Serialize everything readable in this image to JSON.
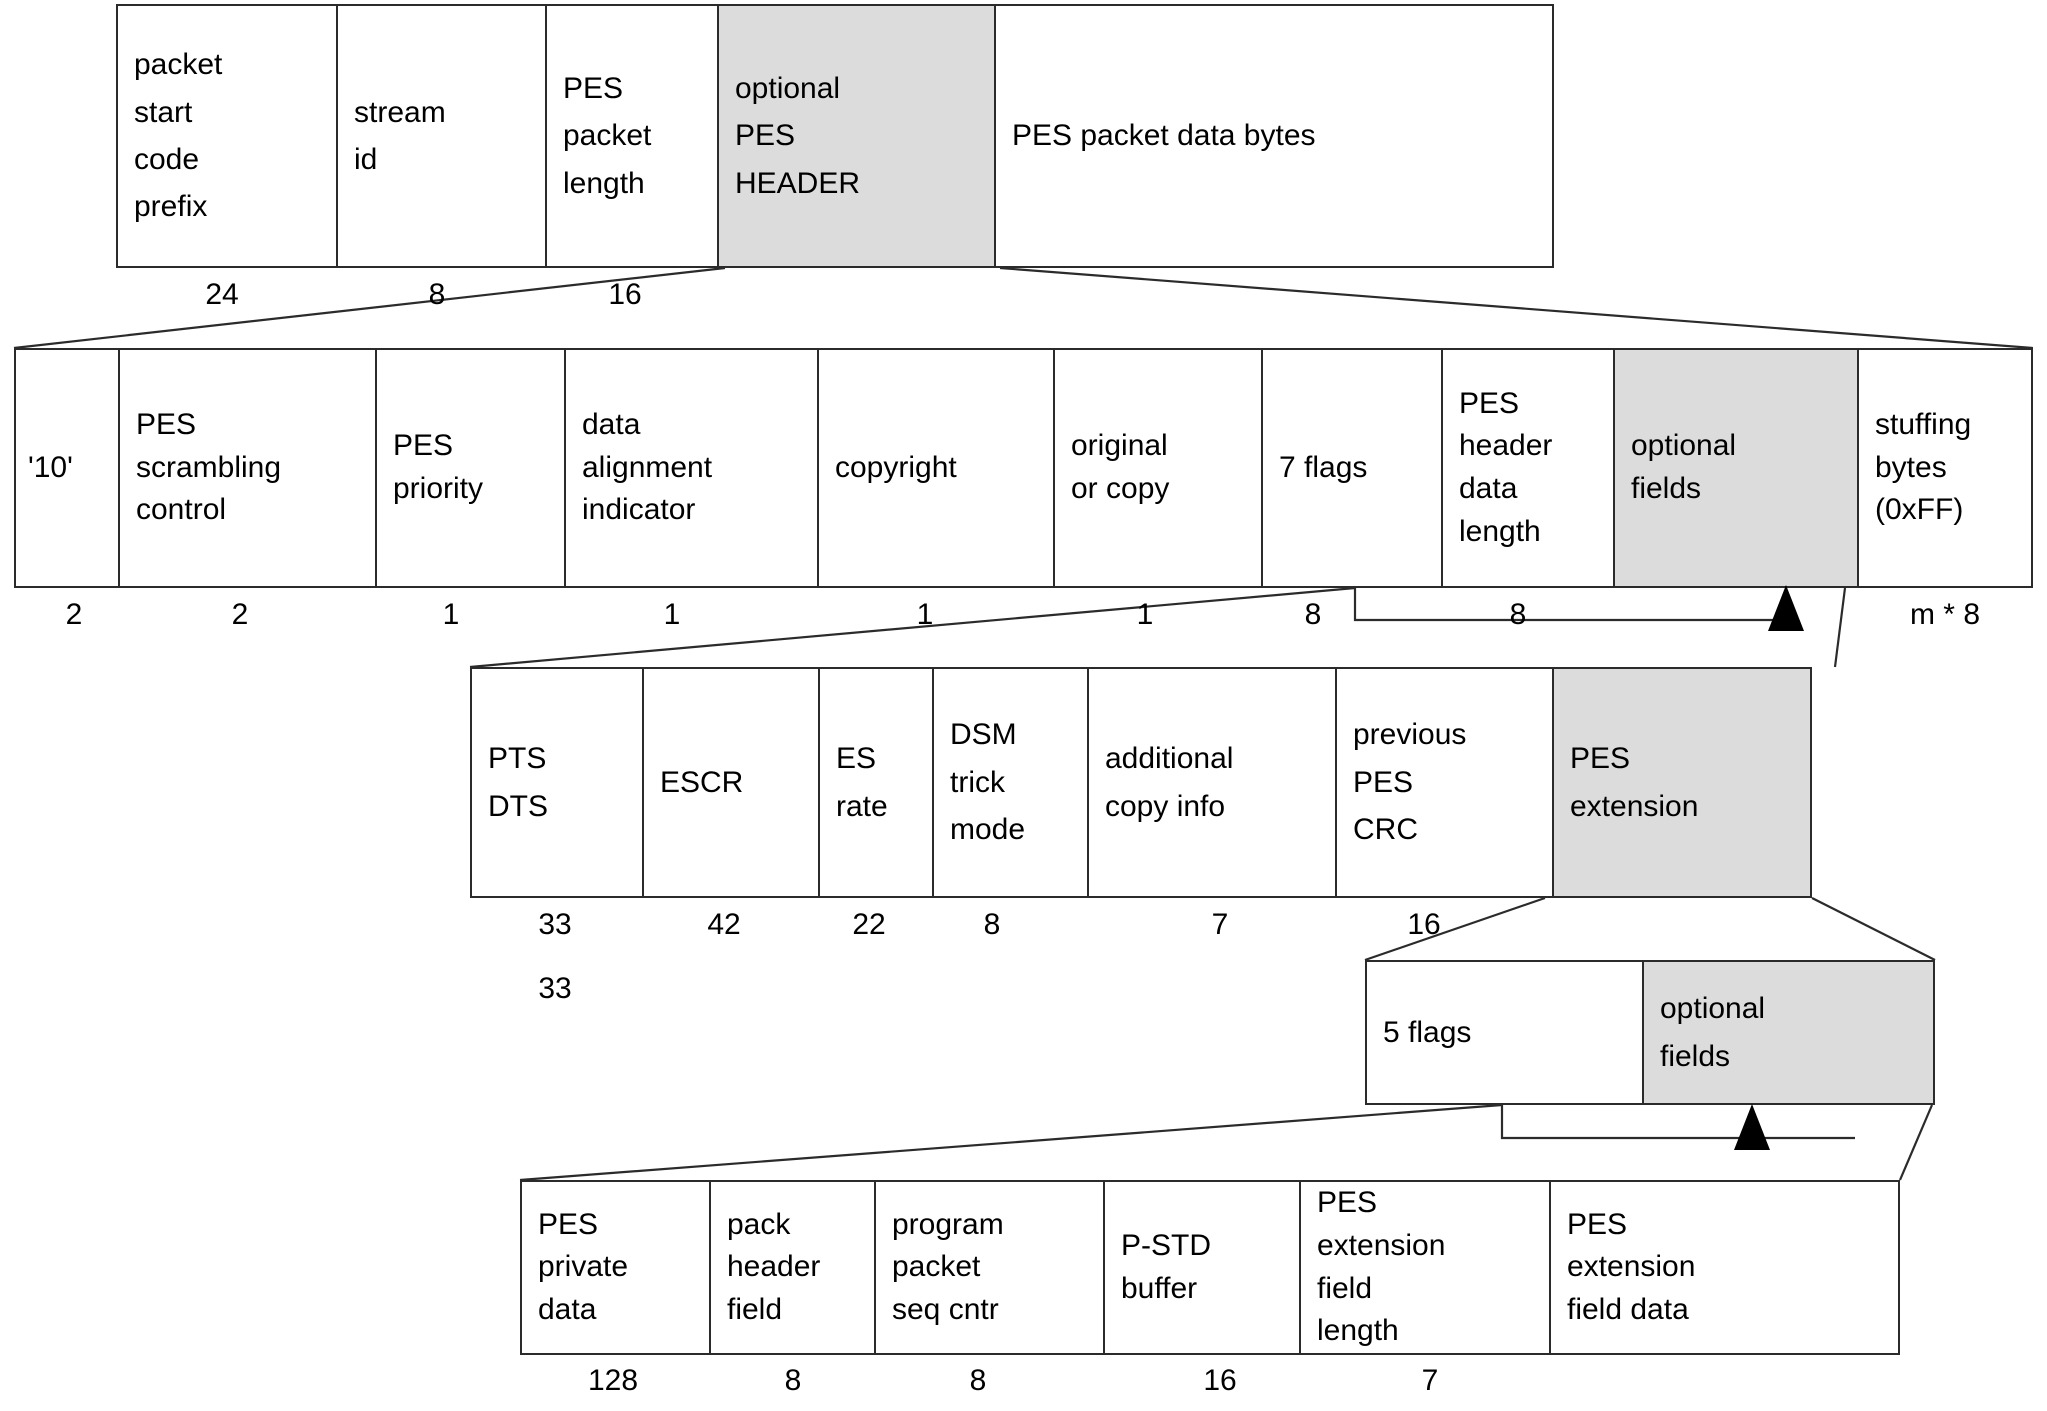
{
  "diagram": {
    "title": "PES packet structure",
    "shade_color": "#dcdcdc",
    "line_color": "#2b2b2b"
  },
  "rows": [
    {
      "id": "pes-packet",
      "name": "pes-packet-row",
      "cells": [
        {
          "name": "packet-start-code-prefix",
          "lines": [
            "packet",
            "start",
            "code",
            "prefix"
          ],
          "shaded": false,
          "bits": "24"
        },
        {
          "name": "stream-id",
          "lines": [
            "stream",
            "id"
          ],
          "shaded": false,
          "bits": "8"
        },
        {
          "name": "pes-packet-length",
          "lines": [
            "PES",
            "packet",
            "length"
          ],
          "shaded": false,
          "bits": "16"
        },
        {
          "name": "optional-pes-header",
          "lines": [
            "optional",
            "PES",
            "HEADER"
          ],
          "shaded": true,
          "bits": ""
        },
        {
          "name": "pes-packet-data-bytes",
          "lines": [
            "PES packet data bytes"
          ],
          "shaded": false,
          "bits": ""
        }
      ]
    },
    {
      "id": "pes-header",
      "name": "pes-header-row",
      "cells": [
        {
          "name": "marker-bits-10",
          "lines": [
            "'10'"
          ],
          "shaded": false,
          "bits": "2"
        },
        {
          "name": "pes-scrambling-control",
          "lines": [
            "PES",
            "scrambling",
            "control"
          ],
          "shaded": false,
          "bits": "2"
        },
        {
          "name": "pes-priority",
          "lines": [
            "PES",
            "priority"
          ],
          "shaded": false,
          "bits": "1"
        },
        {
          "name": "data-alignment-indicator",
          "lines": [
            "data",
            "alignment",
            "indicator"
          ],
          "shaded": false,
          "bits": "1"
        },
        {
          "name": "copyright",
          "lines": [
            "copyright"
          ],
          "shaded": false,
          "bits": "1"
        },
        {
          "name": "original-or-copy",
          "lines": [
            "original",
            "or copy"
          ],
          "shaded": false,
          "bits": "1"
        },
        {
          "name": "seven-flags",
          "lines": [
            "7 flags"
          ],
          "shaded": false,
          "bits": "8"
        },
        {
          "name": "pes-header-data-length",
          "lines": [
            "PES",
            "header",
            "data",
            "length"
          ],
          "shaded": false,
          "bits": "8"
        },
        {
          "name": "optional-fields",
          "lines": [
            "optional",
            "fields"
          ],
          "shaded": true,
          "bits": ""
        },
        {
          "name": "stuffing-bytes",
          "lines": [
            "stuffing",
            "bytes",
            "(0xFF)"
          ],
          "shaded": false,
          "bits": "m * 8"
        }
      ]
    },
    {
      "id": "optional-fields",
      "name": "optional-fields-row",
      "cells": [
        {
          "name": "pts-dts",
          "lines": [
            "PTS",
            "DTS"
          ],
          "shaded": false,
          "bits": "33",
          "bits2": "33"
        },
        {
          "name": "escr",
          "lines": [
            "ESCR"
          ],
          "shaded": false,
          "bits": "42"
        },
        {
          "name": "es-rate",
          "lines": [
            "ES",
            "rate"
          ],
          "shaded": false,
          "bits": "22"
        },
        {
          "name": "dsm-trick-mode",
          "lines": [
            "DSM",
            "trick",
            "mode"
          ],
          "shaded": false,
          "bits": "8"
        },
        {
          "name": "additional-copy-info",
          "lines": [
            "additional",
            "copy info"
          ],
          "shaded": false,
          "bits": "7"
        },
        {
          "name": "previous-pes-crc",
          "lines": [
            "previous",
            "PES",
            "CRC"
          ],
          "shaded": false,
          "bits": "16"
        },
        {
          "name": "pes-extension",
          "lines": [
            "PES",
            "extension"
          ],
          "shaded": true,
          "bits": ""
        }
      ]
    },
    {
      "id": "pes-extension",
      "name": "pes-extension-row",
      "cells": [
        {
          "name": "five-flags",
          "lines": [
            "5 flags"
          ],
          "shaded": false,
          "bits": ""
        },
        {
          "name": "pes-extension-optional-fields",
          "lines": [
            "optional",
            "fields"
          ],
          "shaded": true,
          "bits": ""
        }
      ]
    },
    {
      "id": "pes-extension-fields",
      "name": "pes-extension-fields-row",
      "cells": [
        {
          "name": "pes-private-data",
          "lines": [
            "PES",
            "private",
            "data"
          ],
          "shaded": false,
          "bits": "128"
        },
        {
          "name": "pack-header-field",
          "lines": [
            "pack",
            "header",
            "field"
          ],
          "shaded": false,
          "bits": "8"
        },
        {
          "name": "program-packet-seq-cntr",
          "lines": [
            "program",
            "packet",
            "seq cntr"
          ],
          "shaded": false,
          "bits": "8"
        },
        {
          "name": "p-std-buffer",
          "lines": [
            "P-STD",
            "buffer"
          ],
          "shaded": false,
          "bits": "16"
        },
        {
          "name": "pes-extension-field-length",
          "lines": [
            "PES",
            "extension",
            "field",
            "length"
          ],
          "shaded": false,
          "bits": "7"
        },
        {
          "name": "pes-extension-field-data",
          "lines": [
            "PES",
            "extension",
            "field data"
          ],
          "shaded": false,
          "bits": ""
        }
      ]
    }
  ]
}
